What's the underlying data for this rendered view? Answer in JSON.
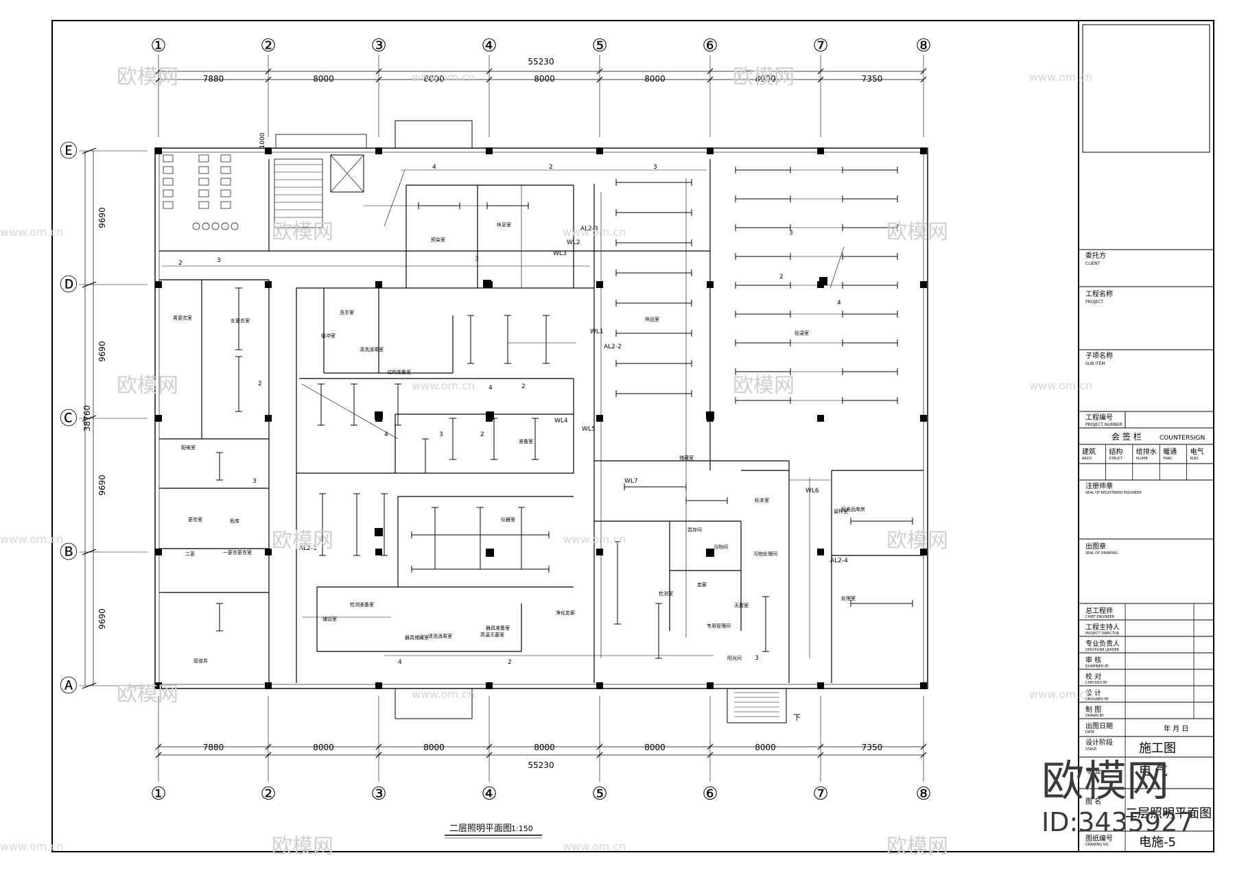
{
  "drawing": {
    "title": "二层照明平面图",
    "scale": "1:150",
    "axes_x": [
      "①",
      "②",
      "③",
      "④",
      "⑤",
      "⑥",
      "⑦",
      "⑧"
    ],
    "axes_y": [
      "Ⓔ",
      "Ⓓ",
      "Ⓒ",
      "Ⓑ",
      "Ⓐ"
    ],
    "dims_x": [
      "7880",
      "8000",
      "8000",
      "8000",
      "8000",
      "8000",
      "7350"
    ],
    "dim_total_x": "55230",
    "dims_y": [
      "9690",
      "9690",
      "9690",
      "9690"
    ],
    "dim_total_y": "38760",
    "dim_small": "1000",
    "stair_down": "下",
    "rooms": [
      "预染室",
      "休息室",
      "洗手室",
      "缓冲室",
      "男更衣室",
      "女更衣室",
      "配电室",
      "危库",
      "更衣室",
      "二更",
      "一更衣更衣室",
      "管道井",
      "清洗消毒室",
      "试剂准备室",
      "器具储藏室",
      "铺设室",
      "仪器室",
      "样品室",
      "准备室",
      "储藏室",
      "低温室",
      "标本室",
      "暂存间",
      "污物间",
      "走廊",
      "专用管理间",
      "无菌室",
      "留样室",
      "检测准备室",
      "清洗消毒室",
      "器具准备室",
      "高温灭菌室",
      "净化走廊",
      "阳光间",
      "检测室",
      "处理室",
      "污物处理间",
      "标准品库房"
    ],
    "circuits": [
      "WL1",
      "WL2",
      "WL3",
      "WL4",
      "WL5",
      "WL6",
      "WL7",
      "AL2-1",
      "AL2-2",
      "AL2-3",
      "AL2-4"
    ],
    "wire_counts": [
      "2",
      "3",
      "4"
    ]
  },
  "title_block": {
    "client_label": "委托方",
    "client_label_en": "CLIENT",
    "project_label": "工程名称",
    "project_label_en": "PROJECT",
    "subitem_label": "子项名称",
    "subitem_label_en": "SUB ITEM",
    "project_no_label": "工程编号",
    "project_no_label_en": "PROJECT NUMBER",
    "countersign": "会 签 栏",
    "countersign_en": "COUNTERSIGN",
    "disciplines": [
      "建筑",
      "结构",
      "给排水",
      "暖通",
      "电气"
    ],
    "disciplines_en": [
      "ARCH",
      "STRUCT",
      "PLUMB",
      "HVAC",
      "ELEC"
    ],
    "stamp_label": "注册师章",
    "stamp_label_en": "SEAL OF REGISTERED ENGINEER",
    "seal_label": "出图章",
    "seal_label_en": "SEAL OF DRAWING",
    "roles": [
      "总工程师",
      "工程主持人",
      "专业负责人",
      "审 核",
      "校 对",
      "设 计",
      "制 图",
      "出图日期"
    ],
    "roles_en": [
      "CHIEF ENGINEER",
      "PROJECT DIRECTOR",
      "DISCIPLINE LEADER",
      "EXAMINED BY",
      "CHECKED BY",
      "DESIGNED BY",
      "DRAWN BY",
      "DATE"
    ],
    "date_units": "年  月  日",
    "design_stage_label": "设计阶段",
    "design_stage_label_en": "STAGE",
    "design_stage": "施工图",
    "discipline_label": "专 业",
    "discipline": "电 气",
    "drawing_name_label": "图 名",
    "drawing_name": "二层照明平面图",
    "drawing_no_label": "图纸编号",
    "drawing_no_label_en": "DRAWING NO.",
    "drawing_no": "电施-5"
  },
  "watermark": {
    "brand": "欧模网",
    "url": "www.om.cn",
    "id_text": "ID:3435927"
  }
}
